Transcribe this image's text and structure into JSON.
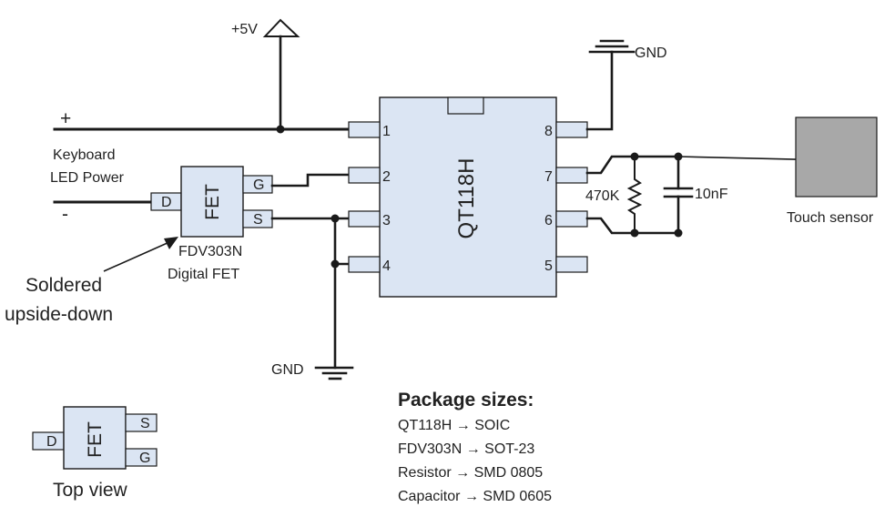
{
  "labels": {
    "vcc": "+5V",
    "gnd_top": "GND",
    "gnd_bottom": "GND",
    "plus": "+",
    "minus": "-",
    "keyboard_line1": "Keyboard",
    "keyboard_line2": "LED Power",
    "fet_body": "FET",
    "fet_pin_d": "D",
    "fet_pin_g": "G",
    "fet_pin_s": "S",
    "fet_name": "FDV303N",
    "fet_desc": "Digital FET",
    "soldered_line1": "Soldered",
    "soldered_line2": "upside-down",
    "ic_name": "QT118H",
    "resistor": "470K",
    "capacitor": "10nF",
    "touch_sensor": "Touch sensor",
    "top_view": "Top view"
  },
  "ic_pins": [
    "1",
    "2",
    "3",
    "4",
    "5",
    "6",
    "7",
    "8"
  ],
  "topview": {
    "body": "FET",
    "pin_d": "D",
    "pin_s": "S",
    "pin_g": "G"
  },
  "packages": {
    "title": "Package sizes:",
    "items": [
      {
        "part": "QT118H",
        "arrow": "→",
        "pkg": "SOIC"
      },
      {
        "part": "FDV303N",
        "arrow": "→",
        "pkg": "SOT-23"
      },
      {
        "part": "Resistor",
        "arrow": "→",
        "pkg": "SMD 0805"
      },
      {
        "part": "Capacitor",
        "arrow": "→",
        "pkg": "SMD 0605"
      }
    ]
  }
}
